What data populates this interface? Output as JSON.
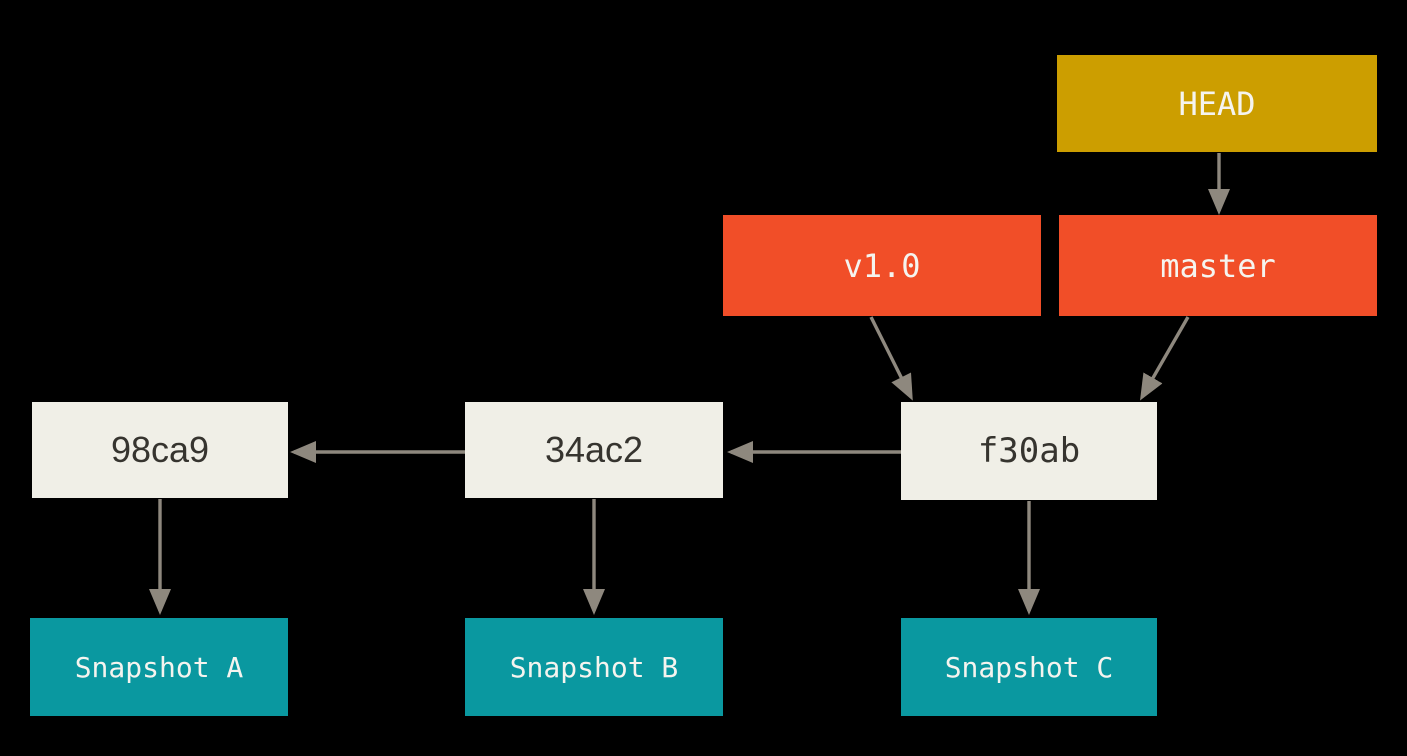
{
  "diagram": {
    "description": "Git branch and commit history diagram",
    "colors": {
      "background": "#000000",
      "head_box": "#CC9E00",
      "ref_box": "#F14E28",
      "commit_box": "#F0EFE7",
      "snapshot_box": "#0A98A0",
      "arrow": "#8E887E",
      "light_text": "#F5F4EF",
      "dark_text": "#36342F"
    },
    "nodes": {
      "head": {
        "label": "HEAD",
        "kind": "head-pointer"
      },
      "v1": {
        "label": "v1.0",
        "kind": "tag"
      },
      "master": {
        "label": "master",
        "kind": "branch"
      },
      "c98ca9": {
        "label": "98ca9",
        "kind": "commit"
      },
      "c34ac2": {
        "label": "34ac2",
        "kind": "commit"
      },
      "cf30ab": {
        "label": "f30ab",
        "kind": "commit"
      },
      "snapA": {
        "label": "Snapshot A",
        "kind": "snapshot"
      },
      "snapB": {
        "label": "Snapshot B",
        "kind": "snapshot"
      },
      "snapC": {
        "label": "Snapshot C",
        "kind": "snapshot"
      }
    },
    "edges": [
      {
        "from": "HEAD",
        "to": "master"
      },
      {
        "from": "v1.0",
        "to": "f30ab"
      },
      {
        "from": "master",
        "to": "f30ab"
      },
      {
        "from": "f30ab",
        "to": "34ac2"
      },
      {
        "from": "34ac2",
        "to": "98ca9"
      },
      {
        "from": "98ca9",
        "to": "Snapshot A"
      },
      {
        "from": "34ac2",
        "to": "Snapshot B"
      },
      {
        "from": "f30ab",
        "to": "Snapshot C"
      }
    ]
  }
}
